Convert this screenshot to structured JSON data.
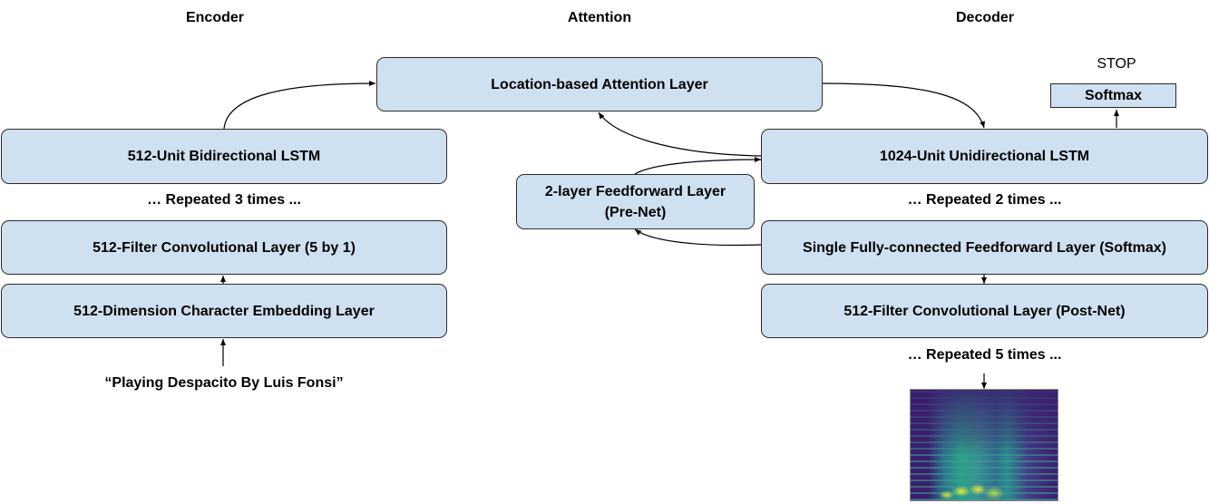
{
  "columns": {
    "encoder": "Encoder",
    "attention": "Attention",
    "decoder": "Decoder"
  },
  "attention_layer": "Location-based Attention Layer",
  "encoder": {
    "lstm": "512-Unit Bidirectional LSTM",
    "repeat": "… Repeated 3 times ...",
    "conv": "512-Filter Convolutional Layer (5 by 1)",
    "embedding": "512-Dimension Character Embedding Layer",
    "input_text": "“Playing Despacito By Luis Fonsi”"
  },
  "prenet": {
    "line1": "2-layer Feedforward Layer",
    "line2": "(Pre-Net)"
  },
  "decoder": {
    "stop": "STOP",
    "softmax": "Softmax",
    "lstm": "1024-Unit Unidirectional LSTM",
    "repeat_lstm": "… Repeated 2 times ...",
    "fc": "Single Fully-connected Feedforward Layer (Softmax)",
    "postnet": "512-Filter Convolutional Layer (Post-Net)",
    "repeat_postnet": "… Repeated 5 times ..."
  },
  "colors": {
    "box_fill": "#cfe0f1",
    "box_border": "#2b2b2b",
    "arrow": "#000000"
  }
}
